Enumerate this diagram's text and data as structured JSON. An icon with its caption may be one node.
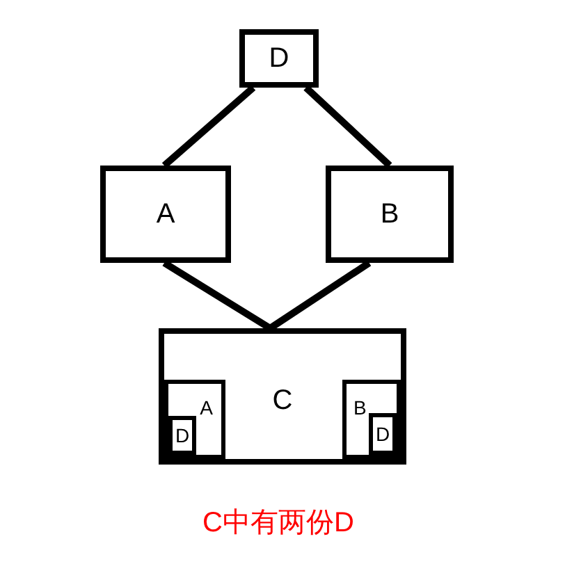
{
  "diagram": {
    "caption": "C中有两份D",
    "nodes": [
      {
        "text": [
          "D"
        ]
      },
      {
        "text": [
          "A"
        ]
      },
      {
        "text": [
          "B"
        ]
      },
      {
        "text": [
          "C"
        ]
      },
      {
        "text": [
          "A"
        ],
        "in": 3
      },
      {
        "text": [
          "D"
        ],
        "in": 4
      },
      {
        "text": [
          "B"
        ],
        "in": 3
      },
      {
        "text": [
          "D"
        ],
        "in": 6
      }
    ],
    "edges": [
      {
        "from": 0,
        "to": 1,
        "arrow": "none"
      },
      {
        "from": 0,
        "to": 2,
        "arrow": "none"
      },
      {
        "from": 1,
        "to": 3,
        "arrow": "none"
      },
      {
        "from": 2,
        "to": 3,
        "arrow": "none"
      }
    ]
  }
}
